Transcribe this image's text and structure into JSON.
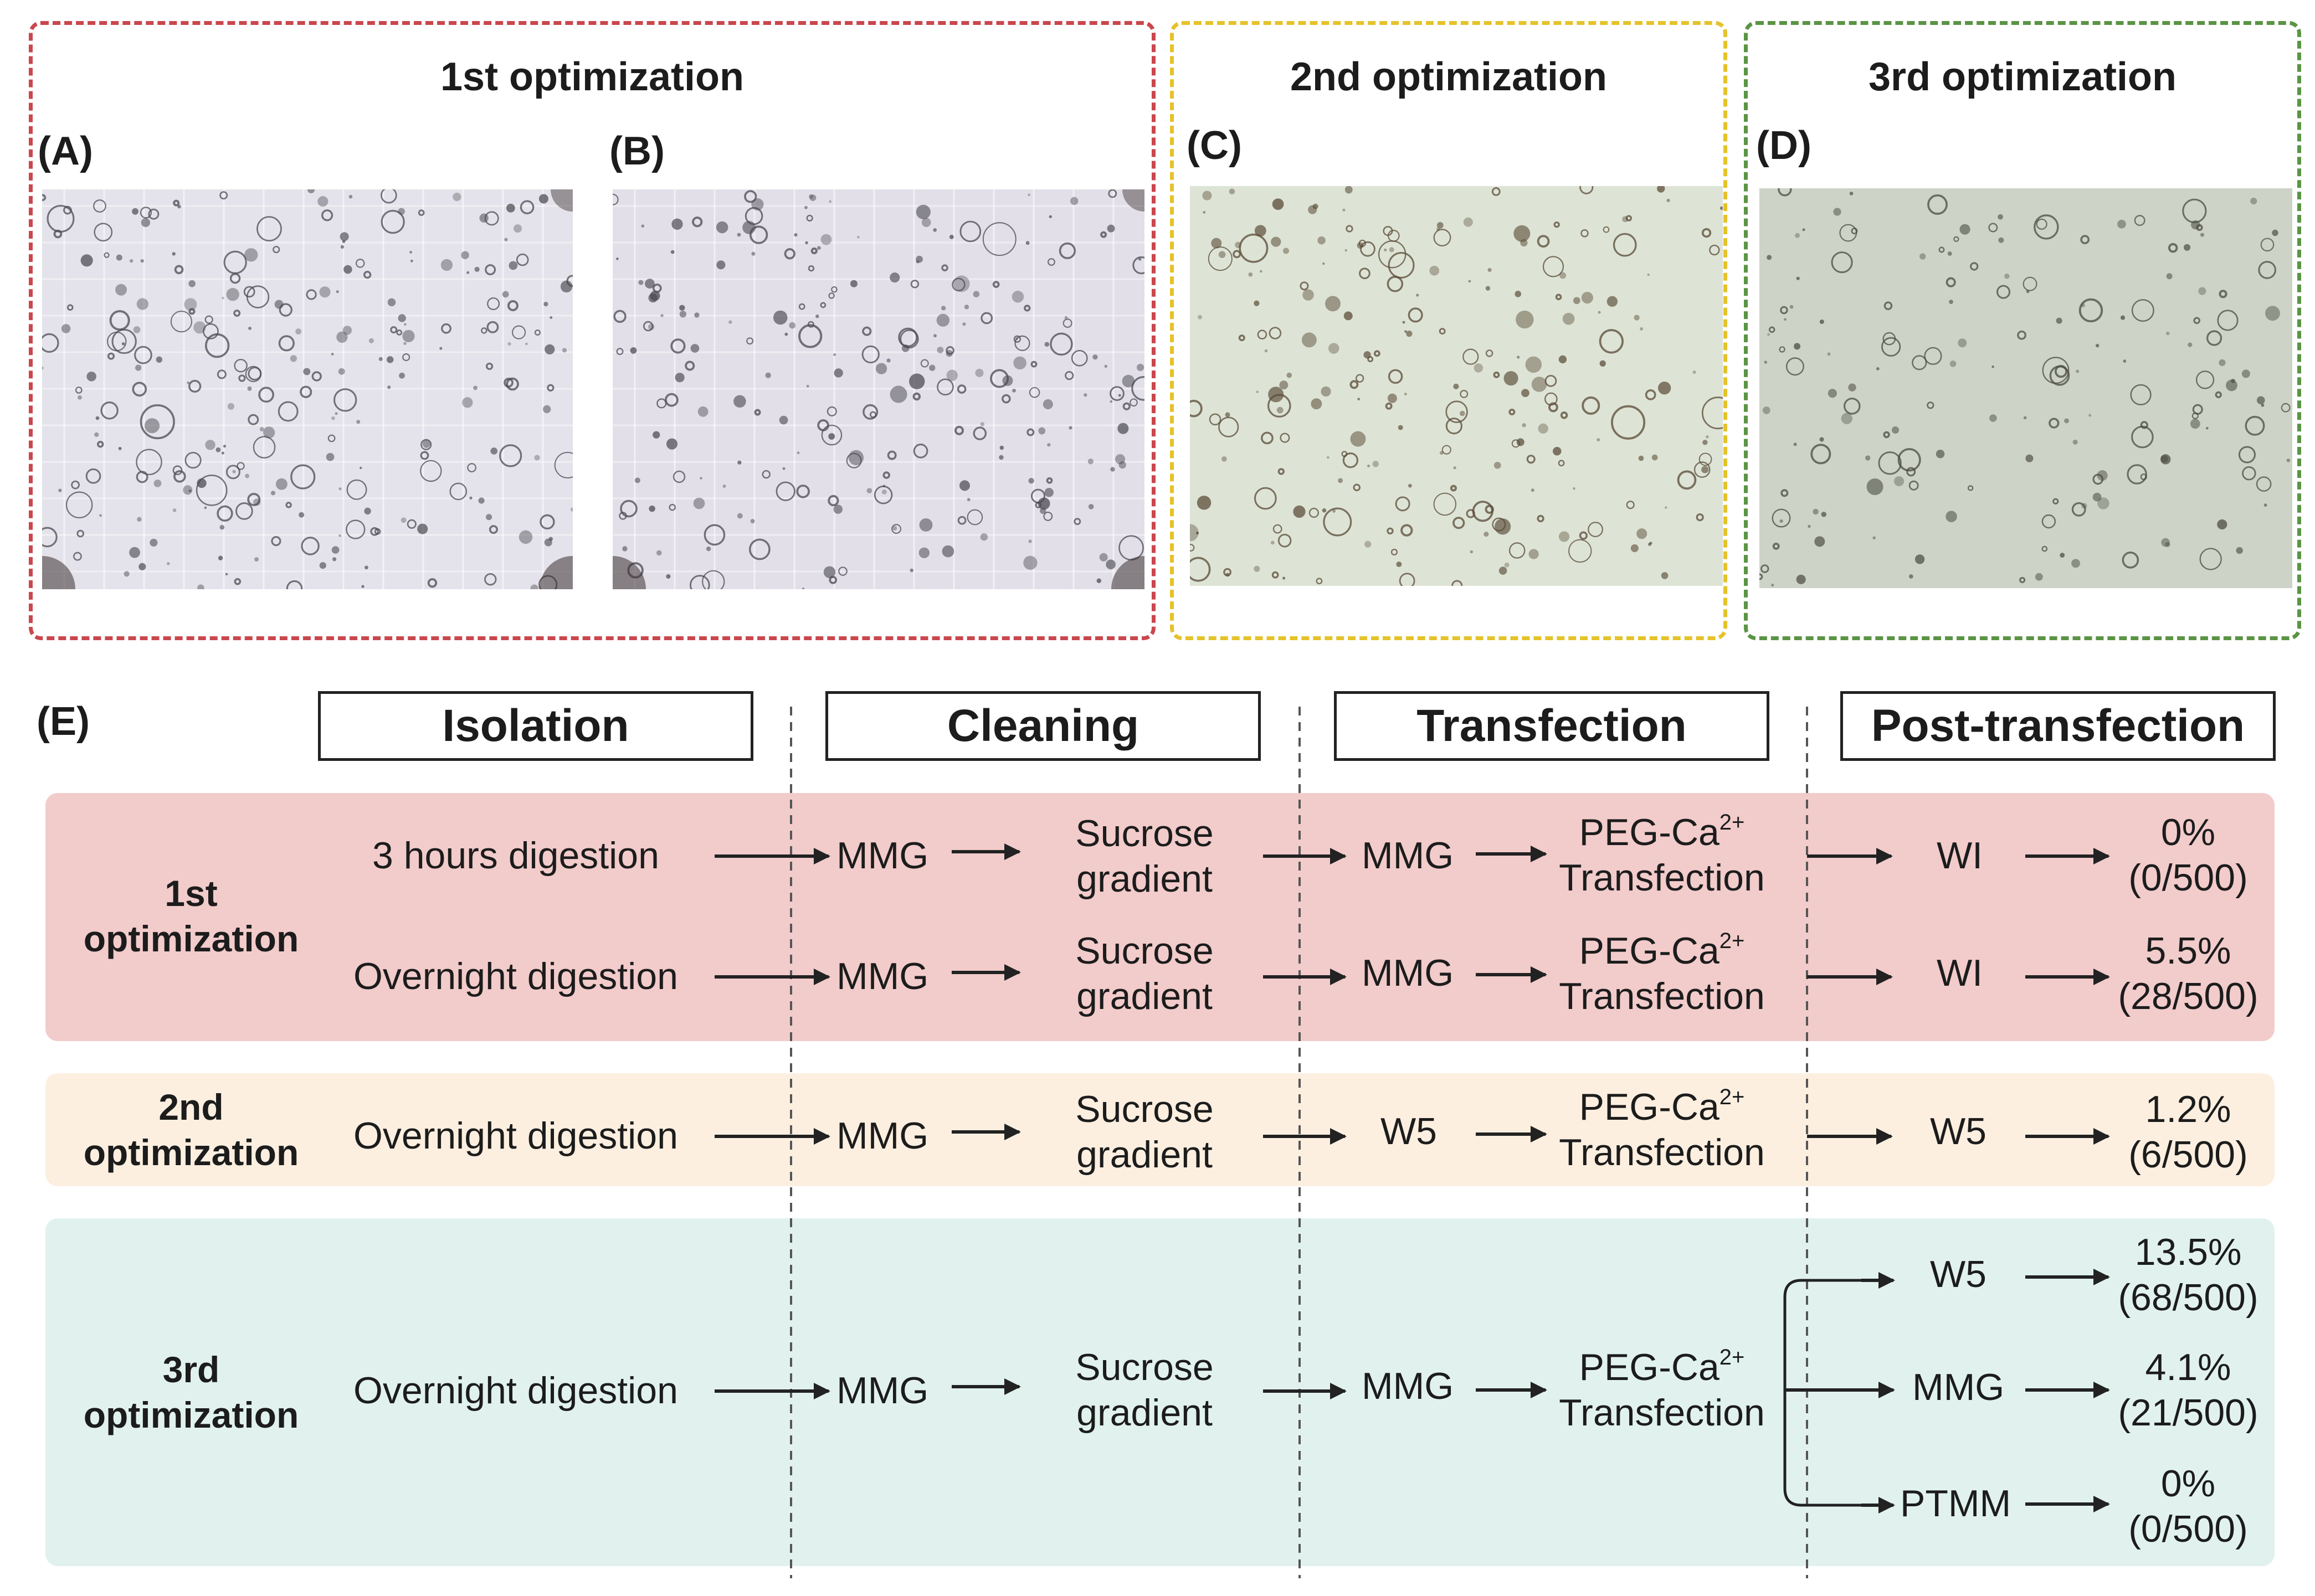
{
  "panels": {
    "first": {
      "title": "1st optimization",
      "color": "#c9474d"
    },
    "second": {
      "title": "2nd optimization",
      "color": "#e6c22a"
    },
    "third": {
      "title": "3rd optimization",
      "color": "#5a9444"
    },
    "labels": {
      "a": "(A)",
      "b": "(B)",
      "c": "(C)",
      "d": "(D)",
      "e": "(E)"
    }
  },
  "stages": [
    "Isolation",
    "Cleaning",
    "Transfection",
    "Post-transfection"
  ],
  "bands": {
    "first": {
      "label_line1": "1st",
      "label_line2": "optimization",
      "color": "#f2cbcb"
    },
    "second": {
      "label_line1": "2nd",
      "label_line2": "optimization",
      "color": "#fcefe0"
    },
    "third": {
      "label_line1": "3rd",
      "label_line2": "optimization",
      "color": "#e1f2ee"
    }
  },
  "rows": {
    "r1": {
      "isolation": "3 hours digestion",
      "wash": "MMG",
      "gradient": [
        "Sucrose",
        "gradient"
      ],
      "buffer": "MMG",
      "peg": "PEG-Ca",
      "peg_sup": "2+",
      "transfection": "Transfection",
      "post": "WI",
      "result": [
        "0%",
        "(0/500)"
      ]
    },
    "r2": {
      "isolation": "Overnight digestion",
      "wash": "MMG",
      "gradient": [
        "Sucrose",
        "gradient"
      ],
      "buffer": "MMG",
      "peg": "PEG-Ca",
      "peg_sup": "2+",
      "transfection": "Transfection",
      "post": "WI",
      "result": [
        "5.5%",
        "(28/500)"
      ]
    },
    "r3": {
      "isolation": "Overnight digestion",
      "wash": "MMG",
      "gradient": [
        "Sucrose",
        "gradient"
      ],
      "buffer": "W5",
      "peg": "PEG-Ca",
      "peg_sup": "2+",
      "transfection": "Transfection",
      "post": "W5",
      "result": [
        "1.2%",
        "(6/500)"
      ]
    },
    "r4": {
      "isolation": "Overnight digestion",
      "wash": "MMG",
      "gradient": [
        "Sucrose",
        "gradient"
      ],
      "buffer": "MMG",
      "peg": "PEG-Ca",
      "peg_sup": "2+",
      "transfection": "Transfection",
      "branches": [
        {
          "post": "W5",
          "result": [
            "13.5%",
            "(68/500)"
          ]
        },
        {
          "post": "MMG",
          "result": [
            "4.1%",
            "(21/500)"
          ]
        },
        {
          "post": "PTMM",
          "result": [
            "0%",
            "(0/500)"
          ]
        }
      ]
    }
  }
}
